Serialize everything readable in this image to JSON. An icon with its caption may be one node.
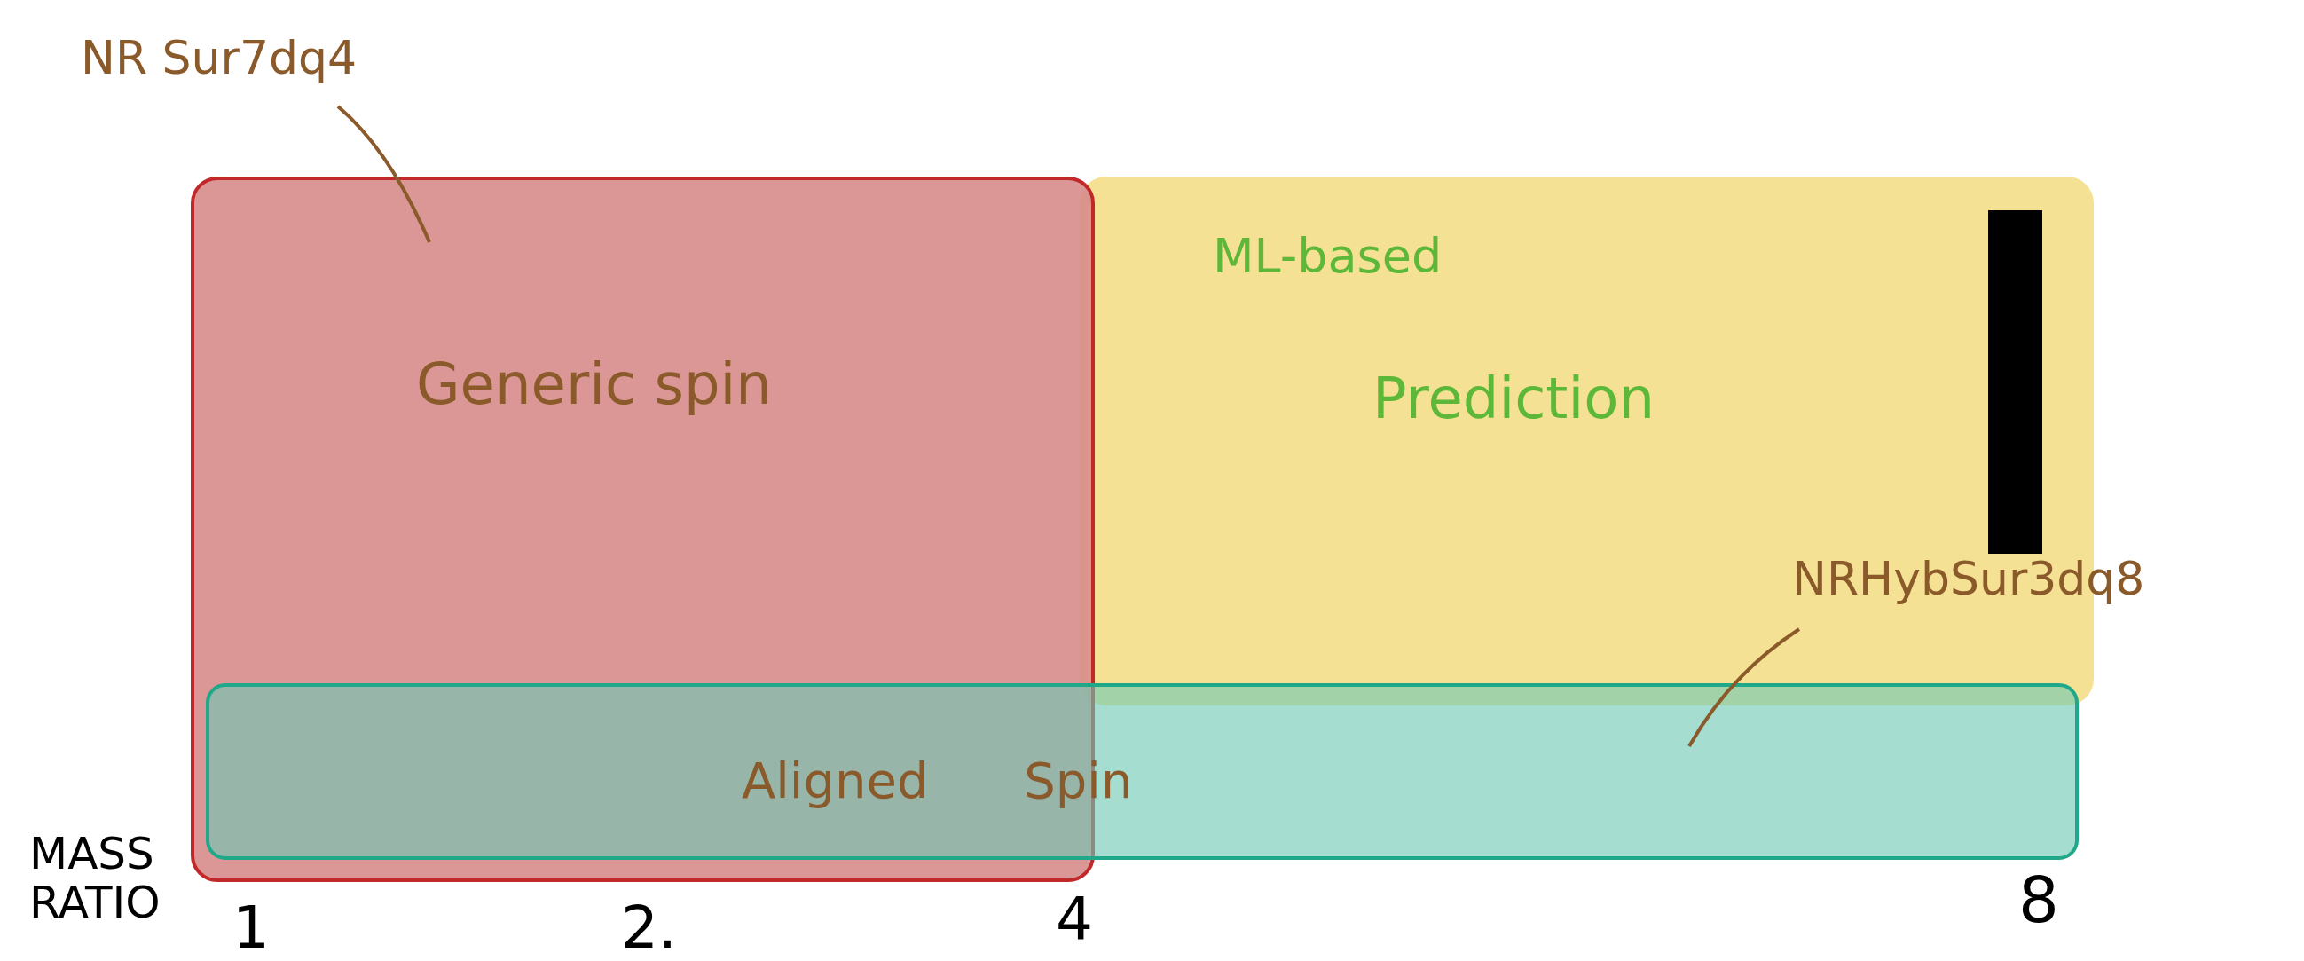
{
  "diagram": {
    "nodes": [
      {
        "text": [
          "Generic spin"
        ]
      },
      {
        "text": [
          "ML-based",
          "Prediction"
        ]
      },
      {
        "text": [
          "Aligned Spin"
        ]
      },
      {
        "text": [
          "NR Sur7dq4"
        ]
      },
      {
        "text": [
          "NRHybSur3dq8"
        ]
      }
    ],
    "edges": [
      {
        "from": 3,
        "to": 0,
        "arrow": "none"
      },
      {
        "from": 4,
        "to": 2,
        "arrow": "none"
      }
    ],
    "labels": [
      "MASS RATIO",
      "1",
      "2.",
      "4",
      "8"
    ]
  }
}
